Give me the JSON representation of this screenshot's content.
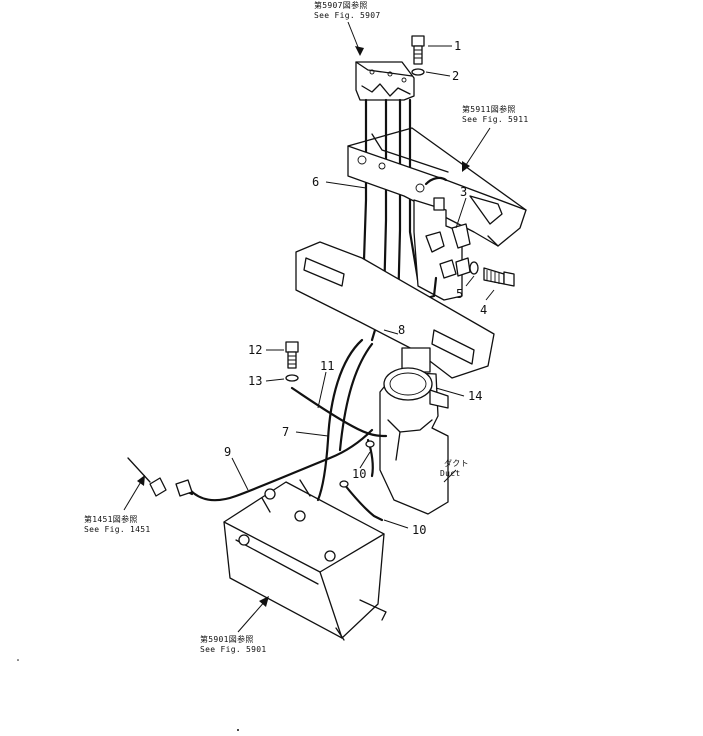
{
  "references": {
    "fig5907": {
      "line1": "第5907図参照",
      "line2": "See Fig. 5907"
    },
    "fig5911": {
      "line1": "第5911図参照",
      "line2": "See Fig. 5911"
    },
    "fig1451": {
      "line1": "第1451図参照",
      "line2": "See Fig. 1451"
    },
    "fig5901": {
      "line1": "第5901図参照",
      "line2": "See Fig. 5901"
    }
  },
  "duct": {
    "label_jp": "ダクト",
    "label_en": "Duct"
  },
  "callouts": {
    "c1": "1",
    "c2": "2",
    "c3": "3",
    "c4": "4",
    "c5": "5",
    "c6": "6",
    "c7": "7",
    "c8": "8",
    "c9": "9",
    "c10a": "10",
    "c10b": "10",
    "c11": "11",
    "c12": "12",
    "c13": "13",
    "c14": "14"
  }
}
